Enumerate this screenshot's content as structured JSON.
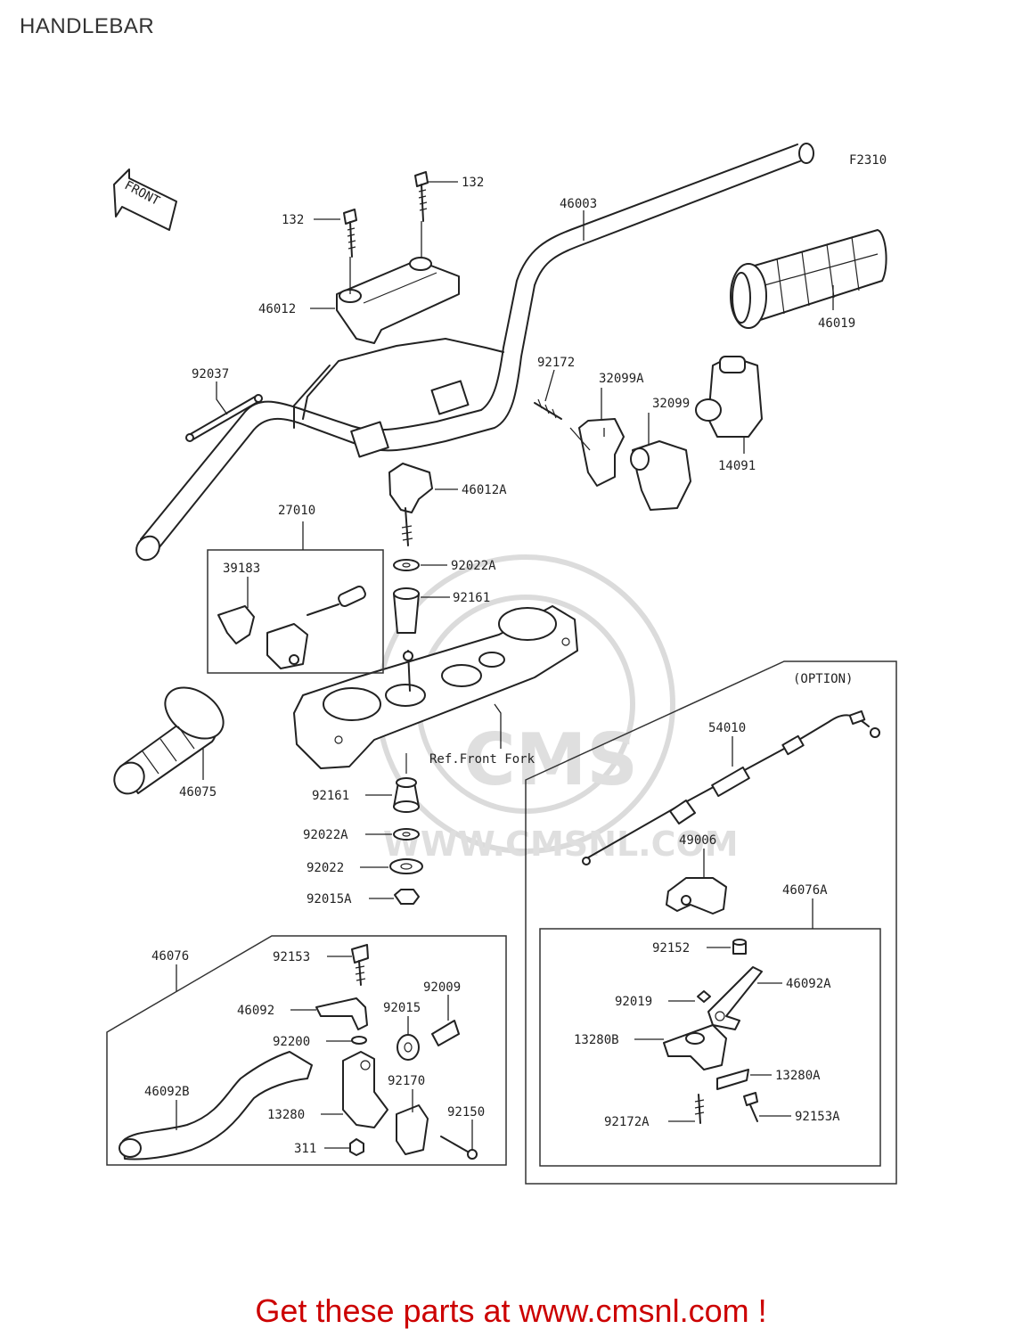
{
  "title": "HANDLEBAR",
  "figure_code": "F2310",
  "front_label": "FRONT",
  "option_label": "(OPTION)",
  "ref_label": "Ref.Front Fork",
  "watermark": {
    "brand": "CMS",
    "url": "WWW.CMSNL.COM"
  },
  "footer": "Get these parts at www.cmsnl.com !",
  "parts": [
    {
      "id": "132-top",
      "number": "132"
    },
    {
      "id": "132-left",
      "number": "132"
    },
    {
      "id": "46003",
      "number": "46003"
    },
    {
      "id": "46012",
      "number": "46012"
    },
    {
      "id": "46019",
      "number": "46019"
    },
    {
      "id": "92037",
      "number": "92037"
    },
    {
      "id": "92172",
      "number": "92172"
    },
    {
      "id": "32099A",
      "number": "32099A"
    },
    {
      "id": "32099",
      "number": "32099"
    },
    {
      "id": "14091",
      "number": "14091"
    },
    {
      "id": "46012A",
      "number": "46012A"
    },
    {
      "id": "27010",
      "number": "27010"
    },
    {
      "id": "39183",
      "number": "39183"
    },
    {
      "id": "92022A-top",
      "number": "92022A"
    },
    {
      "id": "92161-top",
      "number": "92161"
    },
    {
      "id": "46075",
      "number": "46075"
    },
    {
      "id": "92161-bottom",
      "number": "92161"
    },
    {
      "id": "92022A-bottom",
      "number": "92022A"
    },
    {
      "id": "92022",
      "number": "92022"
    },
    {
      "id": "92015A",
      "number": "92015A"
    },
    {
      "id": "54010",
      "number": "54010"
    },
    {
      "id": "49006",
      "number": "49006"
    },
    {
      "id": "46076A",
      "number": "46076A"
    },
    {
      "id": "92152",
      "number": "92152"
    },
    {
      "id": "46092A",
      "number": "46092A"
    },
    {
      "id": "92019",
      "number": "92019"
    },
    {
      "id": "13280B",
      "number": "13280B"
    },
    {
      "id": "13280A",
      "number": "13280A"
    },
    {
      "id": "92172A",
      "number": "92172A"
    },
    {
      "id": "92153A",
      "number": "92153A"
    },
    {
      "id": "46076",
      "number": "46076"
    },
    {
      "id": "92153",
      "number": "92153"
    },
    {
      "id": "46092",
      "number": "46092"
    },
    {
      "id": "92009",
      "number": "92009"
    },
    {
      "id": "92015",
      "number": "92015"
    },
    {
      "id": "92200",
      "number": "92200"
    },
    {
      "id": "46092B",
      "number": "46092B"
    },
    {
      "id": "92170",
      "number": "92170"
    },
    {
      "id": "13280",
      "number": "13280"
    },
    {
      "id": "92150",
      "number": "92150"
    },
    {
      "id": "311",
      "number": "311"
    }
  ]
}
